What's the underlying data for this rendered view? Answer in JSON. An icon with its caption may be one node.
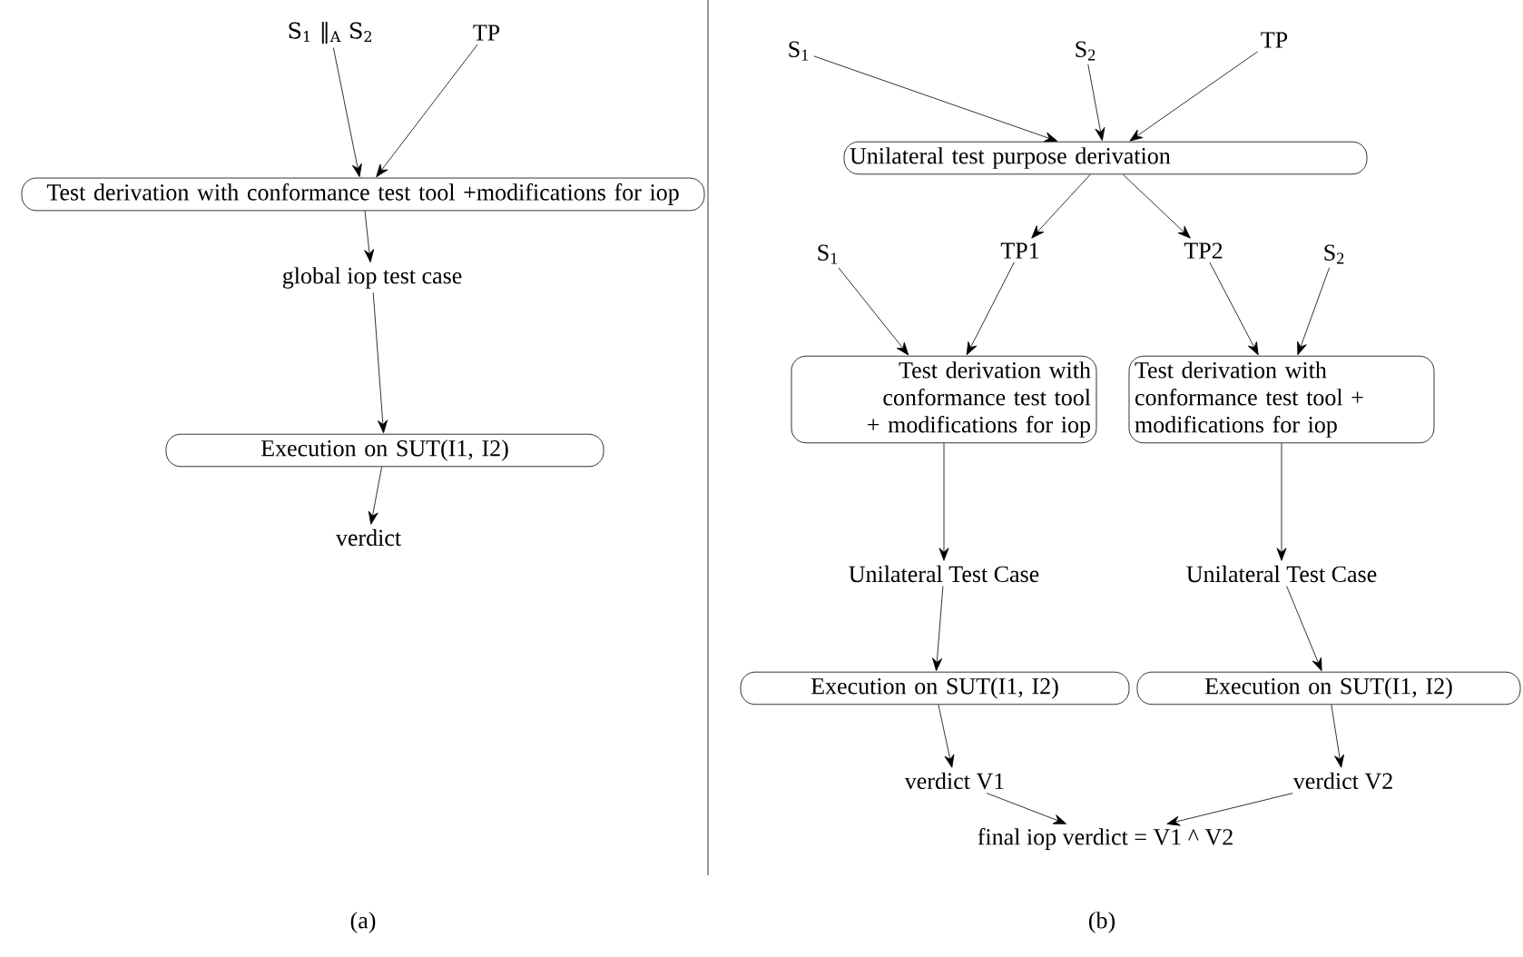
{
  "diagram": {
    "nodes": [
      {
        "text": [
          "S$_{1}$ ‖$_{A}$ S$_{2}$"
        ]
      },
      {
        "text": [
          "TP"
        ]
      },
      {
        "text": [
          "Test derivation with conformance test tool +modifications for iop"
        ]
      },
      {
        "text": [
          "global iop test case"
        ]
      },
      {
        "text": [
          "Execution on SUT(I1, I2)"
        ]
      },
      {
        "text": [
          "verdict"
        ]
      },
      {
        "text": [
          "S$_{1}$"
        ]
      },
      {
        "text": [
          "S$_{2}$"
        ]
      },
      {
        "text": [
          "TP"
        ]
      },
      {
        "text": [
          "Unilateral test purpose derivation"
        ]
      },
      {
        "text": [
          "S$_{1}$"
        ]
      },
      {
        "text": [
          "TP1"
        ]
      },
      {
        "text": [
          "TP2"
        ]
      },
      {
        "text": [
          "S$_{2}$"
        ]
      },
      {
        "text": [
          "Test derivation with conformance test tool + modifications for iop"
        ]
      },
      {
        "text": [
          "Test derivation with conformance test tool + modifications for iop"
        ]
      },
      {
        "text": [
          "Unilateral Test Case"
        ]
      },
      {
        "text": [
          "Unilateral Test Case"
        ]
      },
      {
        "text": [
          "Execution on SUT(I1, I2)"
        ]
      },
      {
        "text": [
          "Execution on SUT(I1, I2)"
        ]
      },
      {
        "text": [
          "verdict V1"
        ]
      },
      {
        "text": [
          "verdict V2"
        ]
      },
      {
        "text": [
          "final iop verdict = V1 ^ V2"
        ]
      }
    ],
    "edges": [
      {
        "from": 0,
        "to": 2,
        "arrow": "to"
      },
      {
        "from": 1,
        "to": 2,
        "arrow": "to"
      },
      {
        "from": 2,
        "to": 3,
        "arrow": "to"
      },
      {
        "from": 3,
        "to": 4,
        "arrow": "to"
      },
      {
        "from": 4,
        "to": 5,
        "arrow": "to"
      },
      {
        "from": 6,
        "to": 9,
        "arrow": "to"
      },
      {
        "from": 7,
        "to": 9,
        "arrow": "to"
      },
      {
        "from": 8,
        "to": 9,
        "arrow": "to"
      },
      {
        "from": 9,
        "to": 11,
        "arrow": "to"
      },
      {
        "from": 9,
        "to": 12,
        "arrow": "to"
      },
      {
        "from": 10,
        "to": 14,
        "arrow": "to"
      },
      {
        "from": 11,
        "to": 14,
        "arrow": "to"
      },
      {
        "from": 12,
        "to": 15,
        "arrow": "to"
      },
      {
        "from": 13,
        "to": 15,
        "arrow": "to"
      },
      {
        "from": 14,
        "to": 16,
        "arrow": "to"
      },
      {
        "from": 16,
        "to": 18,
        "arrow": "to"
      },
      {
        "from": 15,
        "to": 17,
        "arrow": "to"
      },
      {
        "from": 17,
        "to": 19,
        "arrow": "to"
      },
      {
        "from": 18,
        "to": 20,
        "arrow": "to"
      },
      {
        "from": 19,
        "to": 21,
        "arrow": "to"
      },
      {
        "from": 20,
        "to": 22,
        "arrow": "to"
      },
      {
        "from": 21,
        "to": 22,
        "arrow": "to"
      }
    ],
    "labels": [
      "(a)",
      "(b)"
    ]
  }
}
